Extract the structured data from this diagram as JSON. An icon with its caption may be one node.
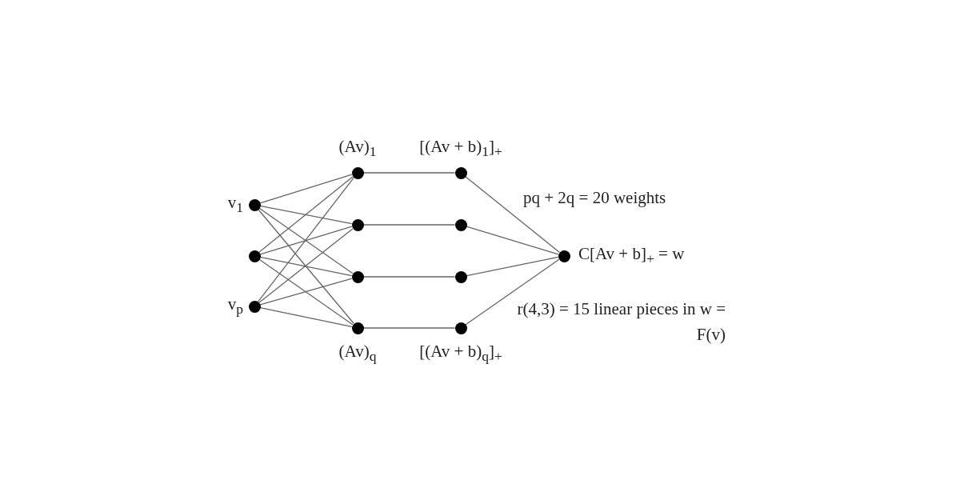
{
  "diagram": {
    "nodes": [
      {
        "text": [],
        "shape": "circle",
        "beside": [
          "v$_{1}$"
        ]
      },
      {
        "text": [],
        "shape": "circle"
      },
      {
        "text": [],
        "shape": "circle",
        "beside": [
          "v$_{p}$"
        ]
      },
      {
        "text": [],
        "shape": "circle",
        "beside": [
          "(Av)$_{1}$"
        ]
      },
      {
        "text": [],
        "shape": "circle"
      },
      {
        "text": [],
        "shape": "circle"
      },
      {
        "text": [],
        "shape": "circle",
        "beside": [
          "(Av)$_{q}$"
        ]
      },
      {
        "text": [],
        "shape": "circle",
        "beside": [
          "[(Av + b)$_{1}$]$_{+}$"
        ]
      },
      {
        "text": [],
        "shape": "circle"
      },
      {
        "text": [],
        "shape": "circle"
      },
      {
        "text": [],
        "shape": "circle",
        "beside": [
          "[(Av + b)$_{q}$]$_{+}$"
        ]
      },
      {
        "text": [],
        "shape": "circle",
        "beside": [
          "C[Av + b]$_{+}$ = w"
        ]
      }
    ],
    "edges": [
      {
        "from": 0,
        "to": 3,
        "arrow": "none"
      },
      {
        "from": 0,
        "to": 4,
        "arrow": "none"
      },
      {
        "from": 0,
        "to": 5,
        "arrow": "none"
      },
      {
        "from": 0,
        "to": 6,
        "arrow": "none"
      },
      {
        "from": 1,
        "to": 3,
        "arrow": "none"
      },
      {
        "from": 1,
        "to": 4,
        "arrow": "none"
      },
      {
        "from": 1,
        "to": 5,
        "arrow": "none"
      },
      {
        "from": 1,
        "to": 6,
        "arrow": "none"
      },
      {
        "from": 2,
        "to": 3,
        "arrow": "none"
      },
      {
        "from": 2,
        "to": 4,
        "arrow": "none"
      },
      {
        "from": 2,
        "to": 5,
        "arrow": "none"
      },
      {
        "from": 2,
        "to": 6,
        "arrow": "none"
      },
      {
        "from": 3,
        "to": 7,
        "arrow": "none"
      },
      {
        "from": 4,
        "to": 8,
        "arrow": "none"
      },
      {
        "from": 5,
        "to": 9,
        "arrow": "none"
      },
      {
        "from": 6,
        "to": 10,
        "arrow": "none"
      },
      {
        "from": 7,
        "to": 11,
        "arrow": "none"
      },
      {
        "from": 8,
        "to": 11,
        "arrow": "none"
      },
      {
        "from": 9,
        "to": 11,
        "arrow": "none"
      },
      {
        "from": 10,
        "to": 11,
        "arrow": "none"
      }
    ],
    "labels": [
      "pq + 2q = 20 weights",
      "r(4,3) = 15 linear pieces in w = F(v)"
    ]
  }
}
